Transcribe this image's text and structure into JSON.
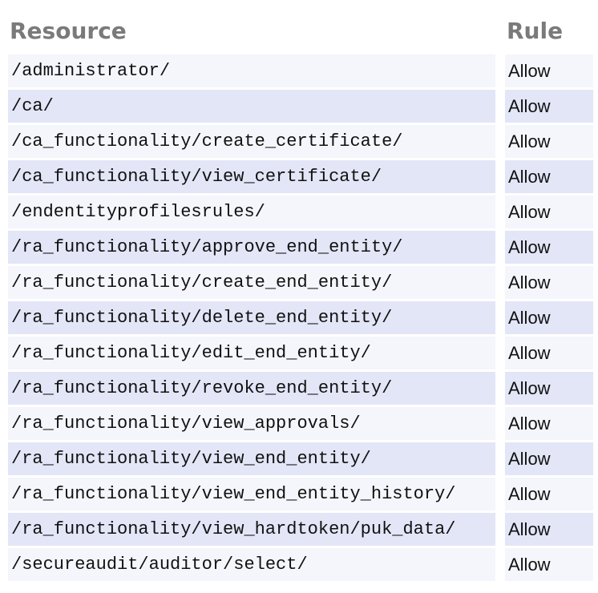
{
  "table": {
    "columns": {
      "resource": "Resource",
      "rule": "Rule"
    },
    "rows": [
      {
        "resource": "/administrator/",
        "rule": "Allow"
      },
      {
        "resource": "/ca/",
        "rule": "Allow"
      },
      {
        "resource": "/ca_functionality/create_certificate/",
        "rule": "Allow"
      },
      {
        "resource": "/ca_functionality/view_certificate/",
        "rule": "Allow"
      },
      {
        "resource": "/endentityprofilesrules/",
        "rule": "Allow"
      },
      {
        "resource": "/ra_functionality/approve_end_entity/",
        "rule": "Allow"
      },
      {
        "resource": "/ra_functionality/create_end_entity/",
        "rule": "Allow"
      },
      {
        "resource": "/ra_functionality/delete_end_entity/",
        "rule": "Allow"
      },
      {
        "resource": "/ra_functionality/edit_end_entity/",
        "rule": "Allow"
      },
      {
        "resource": "/ra_functionality/revoke_end_entity/",
        "rule": "Allow"
      },
      {
        "resource": "/ra_functionality/view_approvals/",
        "rule": "Allow"
      },
      {
        "resource": "/ra_functionality/view_end_entity/",
        "rule": "Allow"
      },
      {
        "resource": "/ra_functionality/view_end_entity_history/",
        "rule": "Allow"
      },
      {
        "resource": "/ra_functionality/view_hardtoken/puk_data/",
        "rule": "Allow"
      },
      {
        "resource": "/secureaudit/auditor/select/",
        "rule": "Allow"
      }
    ]
  },
  "colors": {
    "row_light": "#f5f6fc",
    "row_dark": "#e2e6f7",
    "header_text": "#7a7a7a",
    "cell_text": "#111111"
  }
}
